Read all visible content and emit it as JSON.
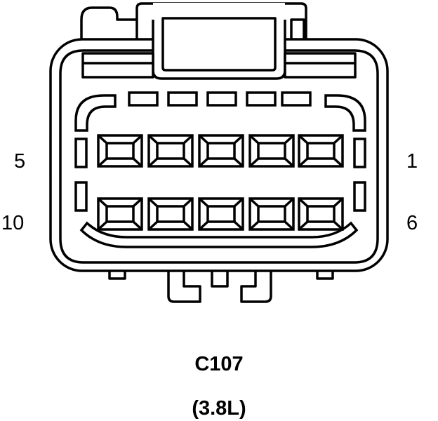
{
  "pin_labels": {
    "top_left": "5",
    "top_right": "1",
    "bottom_left": "10",
    "bottom_right": "6"
  },
  "connector": {
    "id": "C107",
    "variant": "(3.8L)"
  },
  "colors": {
    "stroke": "#000000",
    "fill": "#ffffff"
  }
}
